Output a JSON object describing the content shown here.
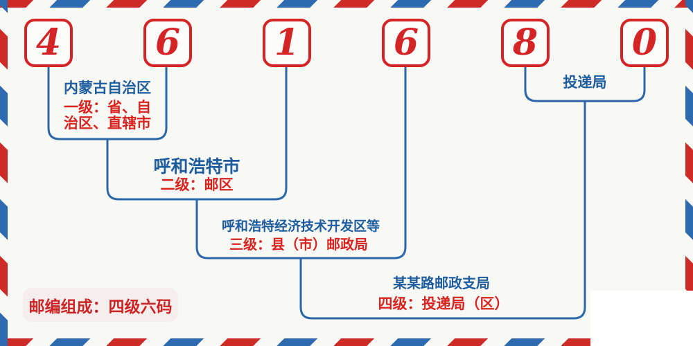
{
  "postal_code": {
    "digits": [
      "4",
      "6",
      "1",
      "6",
      "8",
      "0"
    ]
  },
  "levels": [
    {
      "place": "内蒙古自治区",
      "desc_line1": "一级：省、自",
      "desc_line2": "治区、直辖市"
    },
    {
      "place": "呼和浩特市",
      "desc": "二级：邮区"
    },
    {
      "place": "呼和浩特经济技术开发区等",
      "desc": "三级：县（市）邮政局"
    },
    {
      "place": "某某路邮政支局",
      "desc": "四级：投递局（区）"
    }
  ],
  "delivery_label": "投递局",
  "footer_badge": "邮编组成：四级六码",
  "colors": {
    "digit_red": "#d42426",
    "label_blue": "#1d5c9f",
    "label_red": "#d8231f",
    "connector_blue": "#2b66a8",
    "stripe_red": "#ce2a26",
    "stripe_blue": "#2e6ab0",
    "badge_background": "#f6eded",
    "page_background": "#f8f8f4"
  }
}
